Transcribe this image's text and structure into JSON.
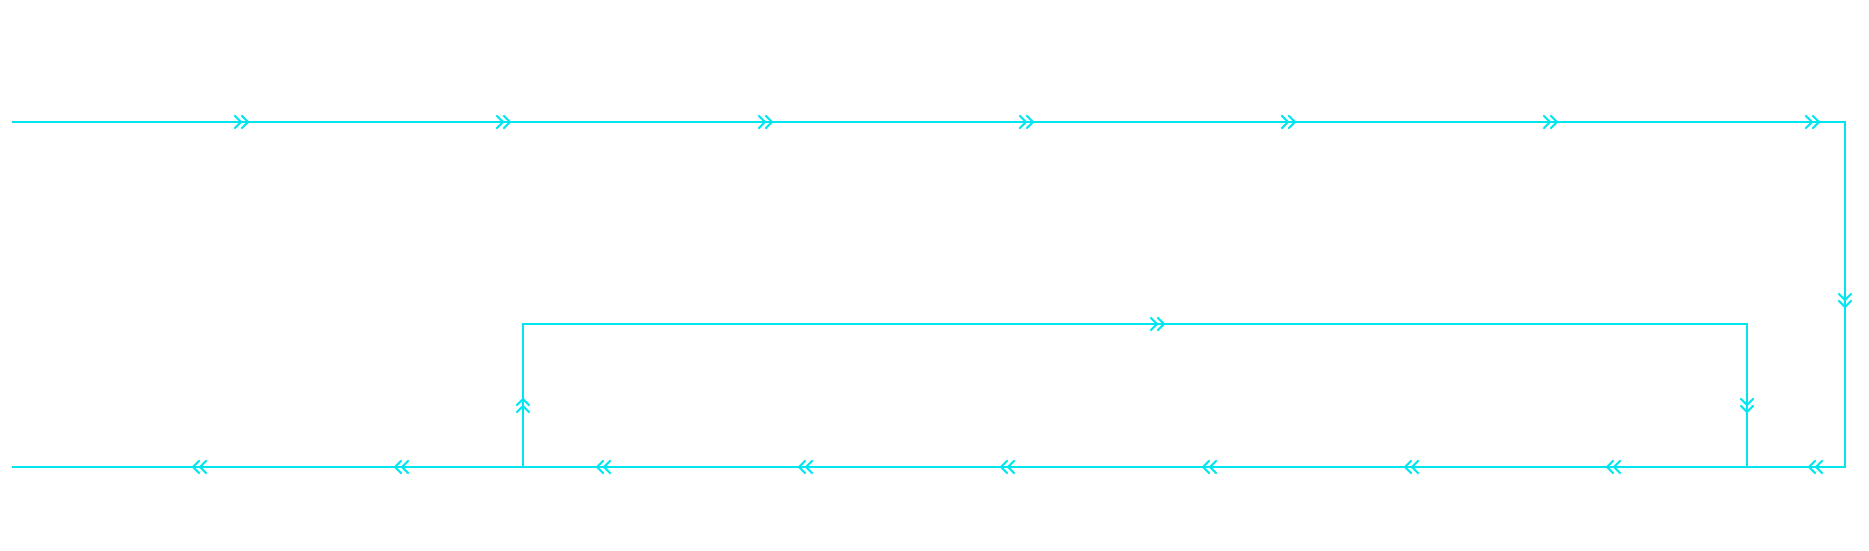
{
  "diagram": {
    "stroke_color": "#00e5ee",
    "background_color": "#ffffff",
    "arrow_style": "double-chevron",
    "paths": [
      {
        "name": "top-forward-line",
        "direction": "right",
        "arrow_count": 7
      },
      {
        "name": "right-vertical-down-line",
        "direction": "down",
        "arrow_count": 1
      },
      {
        "name": "bottom-return-line",
        "direction": "left",
        "arrow_count": 9
      },
      {
        "name": "inner-loop-up-line",
        "direction": "up",
        "arrow_count": 1
      },
      {
        "name": "inner-loop-top-line",
        "direction": "right",
        "arrow_count": 1
      },
      {
        "name": "inner-loop-down-line",
        "direction": "down",
        "arrow_count": 1
      }
    ]
  }
}
